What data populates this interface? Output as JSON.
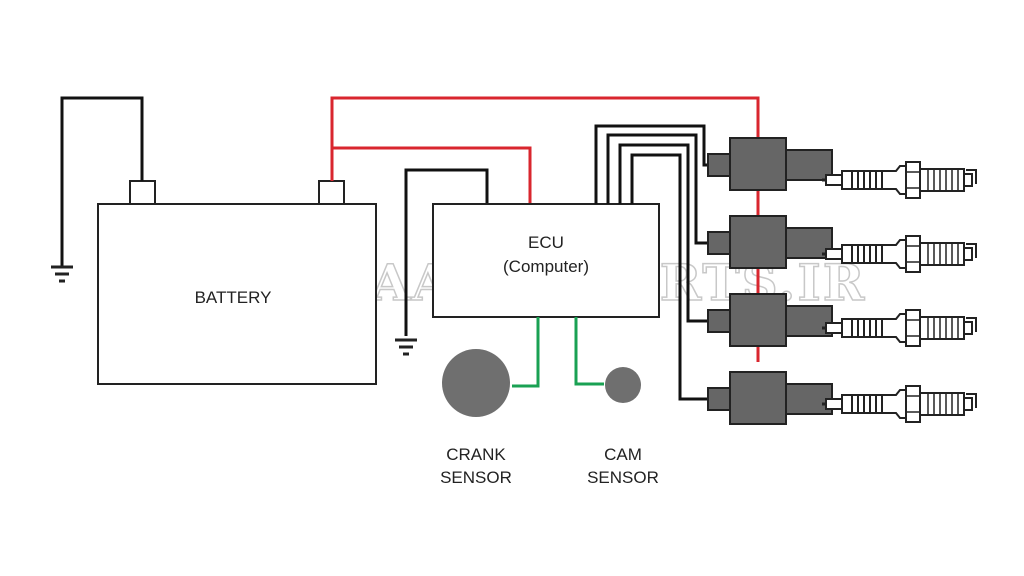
{
  "labels": {
    "battery": "BATTERY",
    "ecu_line1": "ECU",
    "ecu_line2": "(Computer)",
    "crank_line1": "CRANK",
    "crank_line2": "SENSOR",
    "cam_line1": "CAM",
    "cam_line2": "SENSOR"
  },
  "watermark": "KOREAAUTOPARTS.IR",
  "colors": {
    "power_wire": "#d9262e",
    "signal_wire": "#1aa153",
    "ground_wire": "#111111",
    "coil_fill": "#666666",
    "sensor_fill": "#6f6f6f",
    "outline": "#222222"
  },
  "icons": {
    "ground": "ground-symbol-icon",
    "spark_plug": "spark-plug-icon",
    "ignition_coil": "ignition-coil-icon"
  }
}
